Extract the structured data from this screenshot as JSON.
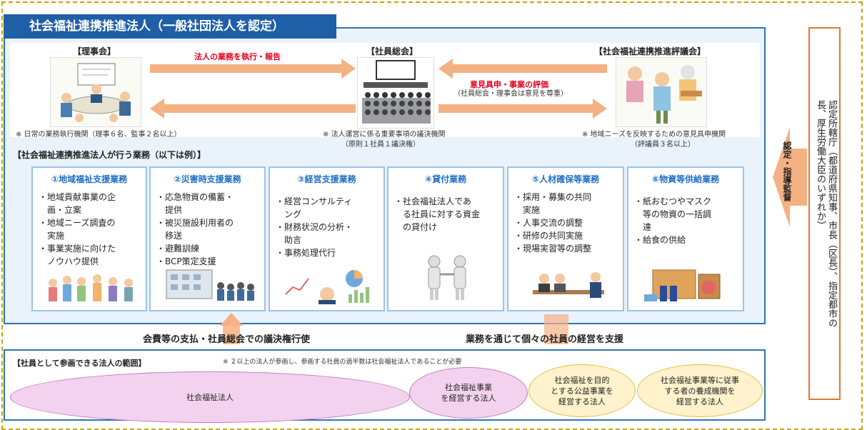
{
  "title": "社会福祉連携推進法人（一般社団法人を認定）",
  "board": {
    "label": "【理事会】",
    "note": "※ 日常の業務執行機関（理事６名、監事２名以上）"
  },
  "general_meeting": {
    "label": "【社員総会】",
    "note_line1": "※ 法人運営に係る重要事項の議決機関",
    "note_line2": "（原則１社員１議決権）"
  },
  "council": {
    "label": "【社会福祉連携推進評議会】",
    "note_line1": "※ 地域ニーズを反映するための意見具申機関",
    "note_line2": "（評議員３名以上）"
  },
  "arrow_top_label": "法人の業務を執行・報告",
  "arrow_council_label": "意見具申・事業の評価",
  "arrow_council_sub": "（社員総会・理事会は意見を尊重）",
  "section_label": "【社会福祉連携推進法人が行う業務（以下は例）】",
  "businesses": [
    {
      "title": "①地域福祉支援業務",
      "items": [
        "・地域貢献事業の企",
        "　画・立案",
        "・地域ニーズ調査の",
        "　実施",
        "・事業実施に向けた",
        "　ノウハウ提供"
      ]
    },
    {
      "title": "②災害時支援業務",
      "items": [
        "・応急物資の備蓄・",
        "　提供",
        "・被災施設利用者の",
        "　移送",
        "・避難訓練",
        "・BCP策定支援"
      ]
    },
    {
      "title": "③経営支援業務",
      "items": [
        "・経営コンサルティ",
        "　ング",
        "・財務状況の分析・",
        "　助言",
        "・事務処理代行"
      ]
    },
    {
      "title": "④貸付業務",
      "items": [
        "・社会福祉法人であ",
        "　る社員に対する資金",
        "　の貸付け"
      ]
    },
    {
      "title": "⑤人材確保等業務",
      "items": [
        "・採用・募集の共同",
        "　実施",
        "・人事交流の調整",
        "・研修の共同実施",
        "・現場実習等の調整"
      ]
    },
    {
      "title": "⑥物資等供給業務",
      "items": [
        "・紙おむつやマスク",
        "　等の物資の一括調",
        "　達",
        "・給食の供給"
      ]
    }
  ],
  "bottom_left_label": "会費等の支払・社員総会での議決権行使",
  "bottom_right_label": "業務を通じて個々の社員の経営を支援",
  "members": {
    "label": "【社員として参画できる法人の範囲】",
    "note": "※ ２以上の法人が参画し、参画する社員の過半数は社会福祉法人であることが必要",
    "types": [
      "社会福祉法人",
      "社会福祉事業\nを経営する法人",
      "社会福祉を目的\nとする公益事業を\n経営する法人",
      "社会福祉事業等に従事\nする者の養成機関を\n経営する法人"
    ]
  },
  "oversight_label": "認定・指導監督",
  "authority": "認定所轄庁（都道府県知事、市長（区長）、指定都市の長、厚生労働大臣のいずれか）",
  "colors": {
    "accent": "#1f5fa8",
    "arrow": "#f4b183",
    "red": "#e4001b",
    "pink": "#f3d2ef",
    "yellow": "#fff2cc"
  }
}
